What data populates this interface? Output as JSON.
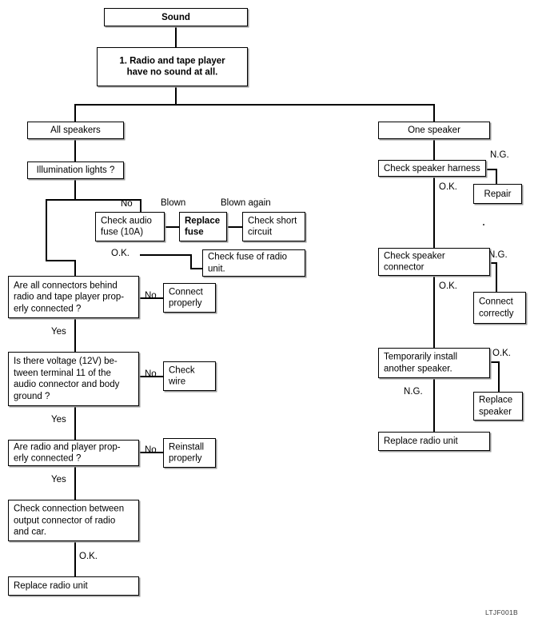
{
  "figure": {
    "code": "LTJF001B",
    "type": "troubleshooting-flowchart"
  },
  "nodes": {
    "sound": "Sound",
    "symptom": "1. Radio and tape player\nhave no sound at all.",
    "all_speakers": "All speakers",
    "one_speaker": "One speaker",
    "illumination_lights": "Illumination lights ?",
    "check_audio_fuse": "Check audio\nfuse (10A)",
    "replace_fuse": "Replace\nfuse",
    "check_short_circuit": "Check short\ncircuit",
    "check_fuse_radio_unit": "Check fuse of radio\nunit.",
    "connectors_behind": "Are all connectors behind\nradio and tape player prop-\nerly connected ?",
    "connect_properly": "Connect\nproperly",
    "voltage_12v": "Is there voltage (12V) be-\ntween terminal 11 of the\naudio connector and body\nground ?",
    "check_wire": "Check\nwire",
    "radio_player_connected": "Are radio and player prop-\nerly connected ?",
    "reinstall_properly": "Reinstall\nproperly",
    "check_connection_output": "Check connection between\noutput connector of radio\nand car.",
    "replace_radio_unit_left": "Replace radio unit",
    "check_speaker_harness": "Check speaker harness",
    "repair": "Repair",
    "check_speaker_connector": "Check speaker\nconnector",
    "connect_correctly": "Connect\ncorrectly",
    "temporarily_install": "Temporarily install\nanother speaker.",
    "replace_speaker": "Replace\nspeaker",
    "replace_radio_unit_right": "Replace radio unit"
  },
  "edge_labels": {
    "no_illumination": "No",
    "ok_fuse": "O.K.",
    "blown": "Blown",
    "blown_again": "Blown again",
    "no_connectors": "No",
    "yes_connectors": "Yes",
    "no_voltage": "No",
    "yes_voltage": "Yes",
    "no_radio_player": "No",
    "yes_radio_player": "Yes",
    "ok_connection": "O.K.",
    "ng_harness": "N.G.",
    "ok_harness": "O.K.",
    "ng_connector": "N.G.",
    "ok_connector": "O.K.",
    "ok_temp_install": "O.K.",
    "ng_temp_install": "N.G."
  },
  "colors": {
    "line": "#000000",
    "text": "#000000",
    "background": "#ffffff"
  }
}
